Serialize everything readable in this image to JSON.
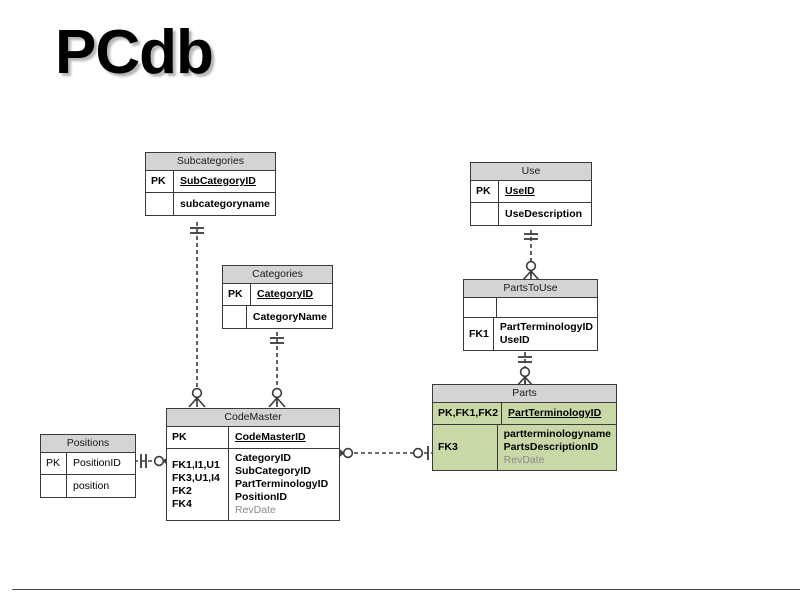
{
  "page": {
    "title": "PCdb",
    "background_color": "#ffffff",
    "header_fill": "#d4d4d4",
    "highlight_fill": "#c9d8a7",
    "line_color": "#3a3a3a",
    "muted_text_color": "#8a8a8a"
  },
  "entities": {
    "subcategories": {
      "name": "Subcategories",
      "rows": [
        {
          "keys": "PK",
          "fields": [
            "SubCategoryID"
          ]
        },
        {
          "keys": "",
          "fields": [
            "subcategoryname"
          ]
        }
      ]
    },
    "use": {
      "name": "Use",
      "rows": [
        {
          "keys": "PK",
          "fields": [
            "UseID"
          ]
        },
        {
          "keys": "",
          "fields": [
            "UseDescription"
          ]
        }
      ]
    },
    "categories": {
      "name": "Categories",
      "rows": [
        {
          "keys": "PK",
          "fields": [
            "CategoryID"
          ]
        },
        {
          "keys": "",
          "fields": [
            "CategoryName"
          ]
        }
      ]
    },
    "partstouse": {
      "name": "PartsToUse",
      "rows": [
        {
          "keys": "",
          "fields": [
            ""
          ]
        },
        {
          "keys": "FK1",
          "fields": [
            "PartTerminologyID",
            "UseID"
          ]
        }
      ]
    },
    "codemaster": {
      "name": "CodeMaster",
      "rows": [
        {
          "keys": "PK",
          "fields": [
            "CodeMasterID"
          ]
        },
        {
          "keys": "FK1,I1,U1\nFK3,U1,I4\nFK2\nFK4",
          "fields": [
            "CategoryID",
            "SubCategoryID",
            "PartTerminologyID",
            "PositionID",
            "RevDate"
          ]
        }
      ]
    },
    "positions": {
      "name": "Positions",
      "rows": [
        {
          "keys": "PK",
          "fields": [
            "PositionID"
          ]
        },
        {
          "keys": "",
          "fields": [
            "position"
          ]
        }
      ]
    },
    "parts": {
      "name": "Parts",
      "highlight": true,
      "rows": [
        {
          "keys": "PK,FK1,FK2",
          "fields": [
            "PartTerminologyID"
          ]
        },
        {
          "keys": "FK3",
          "fields": [
            "partterminologyname",
            "PartsDescriptionID",
            "RevDate"
          ]
        }
      ]
    }
  },
  "relationships": [
    {
      "from": "Subcategories",
      "to": "CodeMaster",
      "style": "dashed",
      "from_cardinality": "exactly-one",
      "to_cardinality": "zero-or-many"
    },
    {
      "from": "Categories",
      "to": "CodeMaster",
      "style": "dashed",
      "from_cardinality": "exactly-one",
      "to_cardinality": "zero-or-many"
    },
    {
      "from": "Use",
      "to": "PartsToUse",
      "style": "dashed",
      "from_cardinality": "exactly-one",
      "to_cardinality": "zero-or-many"
    },
    {
      "from": "PartsToUse",
      "to": "Parts",
      "style": "dashed",
      "from_cardinality": "exactly-one",
      "to_cardinality": "zero-or-many"
    },
    {
      "from": "Positions",
      "to": "CodeMaster",
      "style": "dashed",
      "from_cardinality": "exactly-one",
      "to_cardinality": "zero-or-many"
    },
    {
      "from": "CodeMaster",
      "to": "Parts",
      "style": "dashed",
      "from_cardinality": "zero-or-many",
      "to_cardinality": "exactly-one"
    }
  ]
}
